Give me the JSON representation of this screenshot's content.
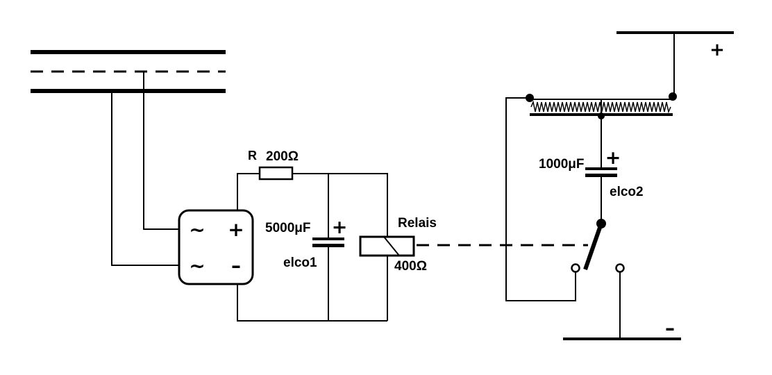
{
  "resistor": {
    "letter": "R",
    "value": "200Ω"
  },
  "capacitor1": {
    "value": "5000μF",
    "polarity": "+",
    "name": "elco1"
  },
  "relay": {
    "name": "Relais",
    "value": "400Ω"
  },
  "capacitor2": {
    "value": "1000μF",
    "polarity": "+",
    "name": "elco2"
  },
  "rectifier": {
    "ac1": "~",
    "ac2": "~",
    "plus": "+",
    "minus": "–"
  },
  "supply": {
    "plus": "+",
    "minus": "–"
  }
}
